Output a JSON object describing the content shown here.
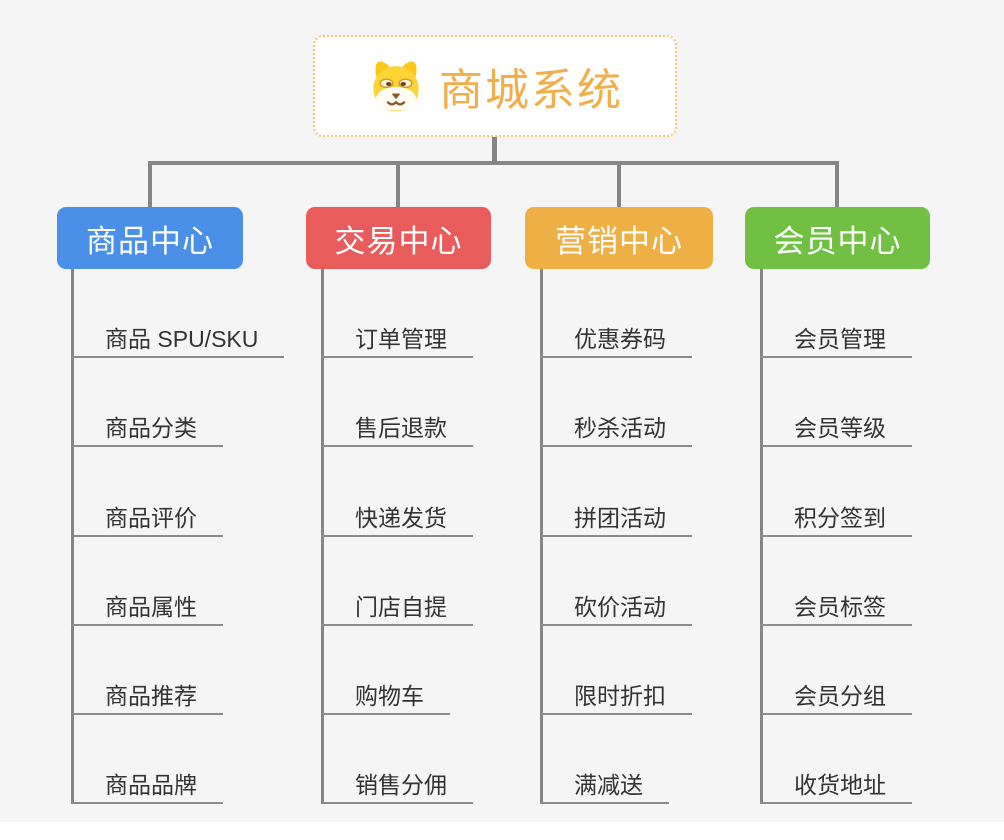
{
  "root": {
    "label": "商城系统",
    "icon": "dog-face-icon"
  },
  "branches": [
    {
      "label": "商品中心",
      "color": "#4a90e8",
      "children": [
        "商品 SPU/SKU",
        "商品分类",
        "商品评价",
        "商品属性",
        "商品推荐",
        "商品品牌"
      ]
    },
    {
      "label": "交易中心",
      "color": "#e95c5c",
      "children": [
        "订单管理",
        "售后退款",
        "快递发货",
        "门店自提",
        "购物车",
        "销售分佣"
      ]
    },
    {
      "label": "营销中心",
      "color": "#eeb044",
      "children": [
        "优惠券码",
        "秒杀活动",
        "拼团活动",
        "砍价活动",
        "限时折扣",
        "满减送"
      ]
    },
    {
      "label": "会员中心",
      "color": "#71c044",
      "children": [
        "会员管理",
        "会员等级",
        "积分签到",
        "会员标签",
        "会员分组",
        "收货地址"
      ]
    }
  ],
  "colors": {
    "background": "#f5f5f6",
    "connector": "#858585",
    "leaf_underline": "#8c8c8c",
    "leaf_text": "#333333",
    "root_accent": "#f2ae4a",
    "root_border": "#f5c473"
  }
}
